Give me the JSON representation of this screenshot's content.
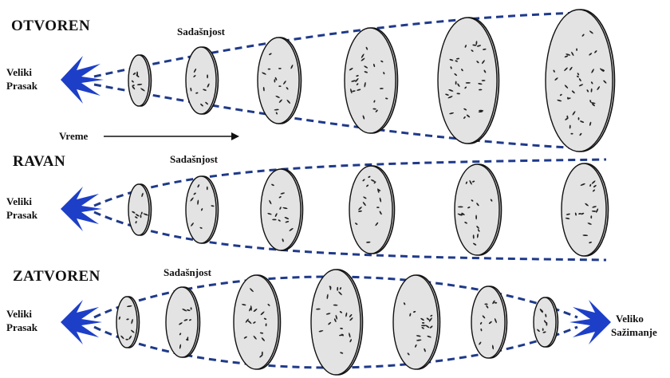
{
  "rows": [
    {
      "id": "otvoren",
      "title": "OTVOREN",
      "present_label": "Sadašnjost",
      "start_label": [
        "Veliki",
        "Prasak"
      ],
      "time_label": "Vreme"
    },
    {
      "id": "ravan",
      "title": "RAVAN",
      "present_label": "Sadašnjost",
      "start_label": [
        "Veliki",
        "Prasak"
      ]
    },
    {
      "id": "zatvoren",
      "title": "ZATVOREN",
      "present_label": "Sadašnjost",
      "start_label": [
        "Veliki",
        "Prasak"
      ],
      "end_label": [
        "Veliko",
        "Sažimanje"
      ]
    }
  ],
  "colors": {
    "envelope": "#1f3a8a",
    "burst": "#1d3fc8",
    "disc_fill": "#e3e3e3",
    "galaxy": "#222222"
  }
}
